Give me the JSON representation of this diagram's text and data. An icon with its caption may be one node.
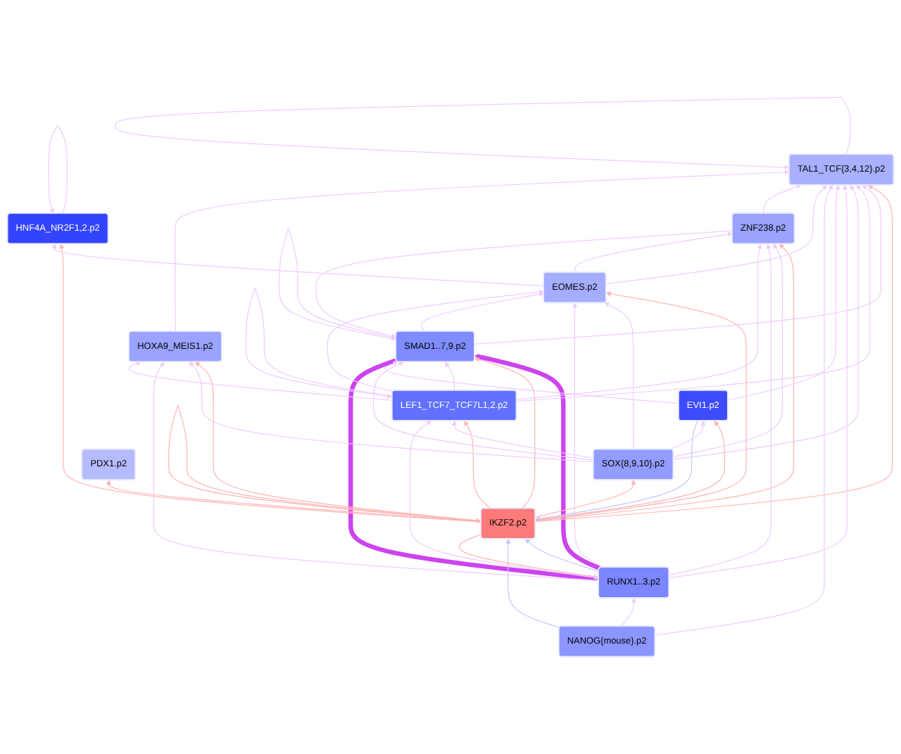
{
  "diagram": {
    "nodes": [
      {
        "text": [
          "RUNX1..3.p2"
        ]
      },
      {
        "text": [
          "SMAD1..7,9.p2"
        ]
      },
      {
        "text": [
          "LEF1_TCF7_TCF7L1,2.p2"
        ]
      },
      {
        "text": [
          "TAL1_TCF{3,4,12}.p2"
        ]
      },
      {
        "text": [
          "SOX{8,9,10}.p2"
        ]
      },
      {
        "text": [
          "HNF4A_NR2F1,2.p2"
        ]
      },
      {
        "text": [
          "IKZF2.p2"
        ]
      },
      {
        "text": [
          "PDX1.p2"
        ]
      },
      {
        "text": [
          "NANOG{mouse}.p2"
        ]
      },
      {
        "text": [
          "HOXA9_MEIS1.p2"
        ]
      },
      {
        "text": [
          "EVI1.p2"
        ]
      },
      {
        "text": [
          "EOMES.p2"
        ]
      },
      {
        "text": [
          "ZNF238.p2"
        ]
      }
    ],
    "edges": [
      {
        "from": 5,
        "to": 5,
        "arrow": "to"
      },
      {
        "from": 0,
        "to": 1,
        "arrow": "to",
        "style": "thick",
        "color": "#cc44ee"
      },
      {
        "from": 1,
        "to": 0,
        "arrow": "to",
        "style": "thick",
        "color": "#cc44ee"
      },
      {
        "from": 0,
        "to": 6,
        "arrow": "to",
        "color": "#c0c8ff"
      },
      {
        "from": 8,
        "to": 6,
        "arrow": "to",
        "color": "#c0c8ff"
      },
      {
        "from": 10,
        "to": 6,
        "arrow": "to",
        "color": "#c0c8ff"
      },
      {
        "from": 6,
        "to": 0,
        "arrow": "to",
        "color": "#ffb3b3"
      },
      {
        "from": 6,
        "to": 1,
        "arrow": "to",
        "color": "#ffb3b3"
      },
      {
        "from": 6,
        "to": 2,
        "arrow": "to",
        "color": "#ffb3b3"
      },
      {
        "from": 6,
        "to": 3,
        "arrow": "to",
        "color": "#ffb3b3"
      },
      {
        "from": 6,
        "to": 4,
        "arrow": "to",
        "color": "#ffb3b3"
      },
      {
        "from": 6,
        "to": 5,
        "arrow": "to",
        "color": "#ffb3b3"
      },
      {
        "from": 6,
        "to": 7,
        "arrow": "to",
        "color": "#ffb3b3"
      },
      {
        "from": 6,
        "to": 9,
        "arrow": "to",
        "color": "#ffb3b3"
      },
      {
        "from": 6,
        "to": 10,
        "arrow": "to",
        "color": "#ffb3b3"
      },
      {
        "from": 6,
        "to": 11,
        "arrow": "to",
        "color": "#ffb3b3"
      },
      {
        "from": 6,
        "to": 12,
        "arrow": "to",
        "color": "#ffb3b3"
      },
      {
        "from": 1,
        "to": 3,
        "arrow": "to"
      },
      {
        "from": 2,
        "to": 0,
        "arrow": "both"
      },
      {
        "from": 2,
        "to": 3,
        "arrow": "to"
      },
      {
        "from": 2,
        "to": 1,
        "arrow": "to"
      },
      {
        "from": 4,
        "to": 2,
        "arrow": "to"
      },
      {
        "from": 4,
        "to": 1,
        "arrow": "to"
      },
      {
        "from": 4,
        "to": 3,
        "arrow": "to"
      },
      {
        "from": 4,
        "to": 9,
        "arrow": "to"
      },
      {
        "from": 4,
        "to": 11,
        "arrow": "to"
      },
      {
        "from": 4,
        "to": 12,
        "arrow": "to"
      },
      {
        "from": 4,
        "to": 10,
        "arrow": "to"
      },
      {
        "from": 0,
        "to": 3,
        "arrow": "to"
      },
      {
        "from": 0,
        "to": 9,
        "arrow": "to"
      },
      {
        "from": 0,
        "to": 11,
        "arrow": "to"
      },
      {
        "from": 0,
        "to": 12,
        "arrow": "to"
      },
      {
        "from": 1,
        "to": 11,
        "arrow": "to"
      },
      {
        "from": 2,
        "to": 9,
        "arrow": "to"
      },
      {
        "from": 2,
        "to": 11,
        "arrow": "to"
      },
      {
        "from": 2,
        "to": 12,
        "arrow": "to"
      },
      {
        "from": 10,
        "to": 3,
        "arrow": "to"
      },
      {
        "from": 10,
        "to": 1,
        "arrow": "to"
      },
      {
        "from": 8,
        "to": 3,
        "arrow": "to"
      },
      {
        "from": 8,
        "to": 0,
        "arrow": "to"
      },
      {
        "from": 11,
        "to": 5,
        "arrow": "to"
      },
      {
        "from": 11,
        "to": 3,
        "arrow": "to"
      },
      {
        "from": 11,
        "to": 12,
        "arrow": "to"
      },
      {
        "from": 12,
        "to": 1,
        "arrow": "to"
      },
      {
        "from": 12,
        "to": 3,
        "arrow": "to"
      },
      {
        "from": 9,
        "to": 3,
        "arrow": "to"
      },
      {
        "from": 1,
        "to": 1,
        "arrow": "to"
      },
      {
        "from": 2,
        "to": 2,
        "arrow": "to"
      },
      {
        "from": 3,
        "to": 3,
        "arrow": "to"
      },
      {
        "from": 6,
        "to": 6,
        "arrow": "to",
        "color": "#ffb3b3"
      }
    ]
  }
}
